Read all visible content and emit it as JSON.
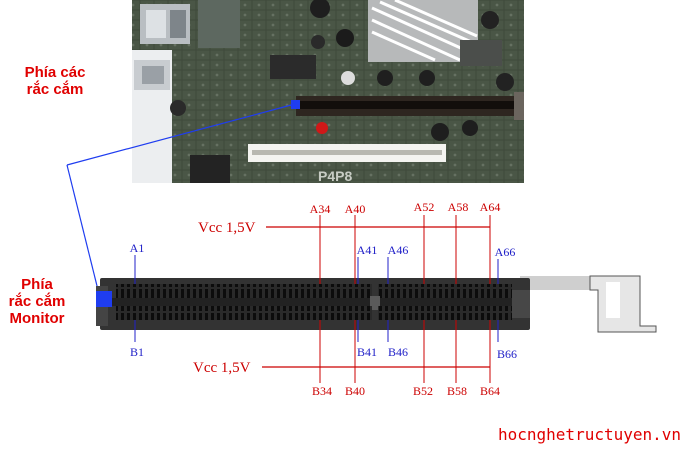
{
  "labels": {
    "board_side": [
      "Phía các",
      "rắc cắm"
    ],
    "monitor_side": [
      "Phía",
      "rắc cắm",
      "Monitor"
    ],
    "board_silkscreen": "P4P8"
  },
  "voltage": {
    "top": "Vcc 1,5V",
    "bottom": "Vcc 1,5V"
  },
  "pins": {
    "top_red": [
      "A34",
      "A40",
      "A52",
      "A58",
      "A64"
    ],
    "top_blue": [
      "A1",
      "A41",
      "A46",
      "A66"
    ],
    "bottom_blue": [
      "B1",
      "B41",
      "B46",
      "B66"
    ],
    "bottom_red": [
      "B34",
      "B40",
      "B52",
      "B58",
      "B64"
    ]
  },
  "site": "hocnghetructuyen.vn",
  "colors": {
    "red": "#cc0000",
    "blue": "#2020c8",
    "connector": "#3a3a3a",
    "board": "#3d4a3a"
  }
}
